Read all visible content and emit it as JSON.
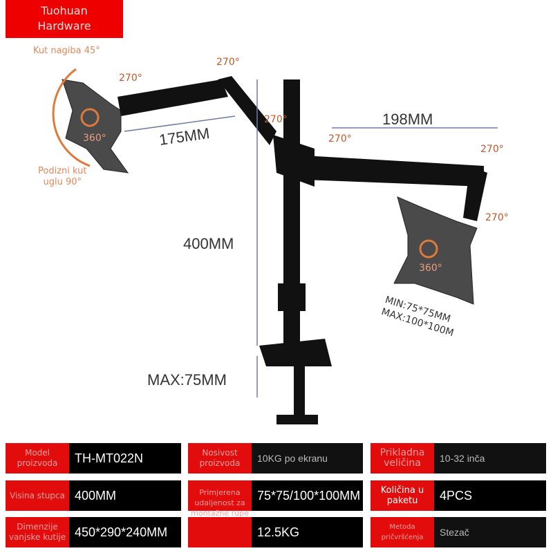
{
  "brand": {
    "line1": "Tuohuan",
    "line2": "Hardware"
  },
  "annotations": {
    "tilt": "Kut nagiba 45°",
    "lift_1": "Podizni kut",
    "lift_2": "uglu 90°",
    "rotations": [
      "270°",
      "270°",
      "270°",
      "270°",
      "270°",
      "270°"
    ],
    "spin": [
      "360°",
      "360°"
    ]
  },
  "dimensions": {
    "left_arm": "175MM",
    "right_arm": "198MM",
    "pole": "400MM",
    "clamp": "MAX:75MM",
    "vesa_min": "MIN:75*75MM",
    "vesa_max": "MAX:100*100M"
  },
  "specs": [
    {
      "label": "Model proizvoda",
      "value": "TH-MT022N"
    },
    {
      "label": "Nosivost proizvoda",
      "value": "10KG po ekranu"
    },
    {
      "label": "Prikladna veličina",
      "value": "10-32 inča"
    },
    {
      "label": "Visina stupca",
      "value": "400MM"
    },
    {
      "label": "Primjerena udaljenost za montažne rupe",
      "value": "75*75/100*100MM"
    },
    {
      "label": "Količina u paketu",
      "value": "4PCS"
    },
    {
      "label": "Dimenzije vanjske kutije",
      "value": "450*290*240MM"
    },
    {
      "label": "",
      "value": "12.5KG"
    },
    {
      "label": "Metoda pričvršćenja",
      "value": "Stezač"
    }
  ],
  "colors": {
    "accent": "#e30c0c",
    "annotation": "#e2875a"
  }
}
